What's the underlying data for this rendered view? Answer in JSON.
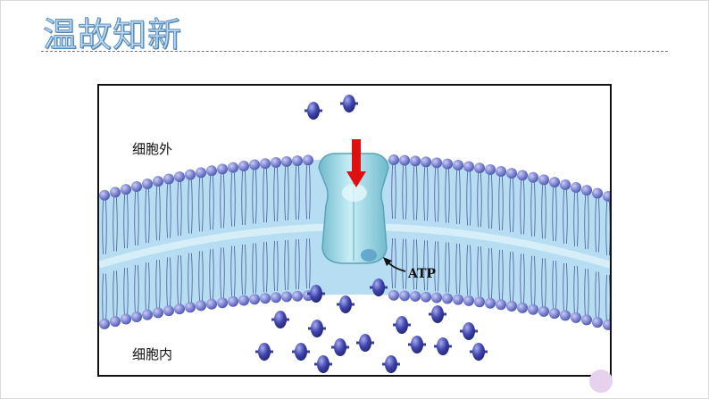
{
  "slide": {
    "title": "温故知新"
  },
  "diagram": {
    "outside_label": "细胞外",
    "inside_label": "细胞内",
    "atp_label": "ATP",
    "colors": {
      "membrane_head": "#7b82d1",
      "membrane_band": "#a9d7ef",
      "tail": "#4a5a9a",
      "channel": "#9fd6e4",
      "molecule": "#3a3f9e",
      "arrow": "#e01010"
    }
  }
}
